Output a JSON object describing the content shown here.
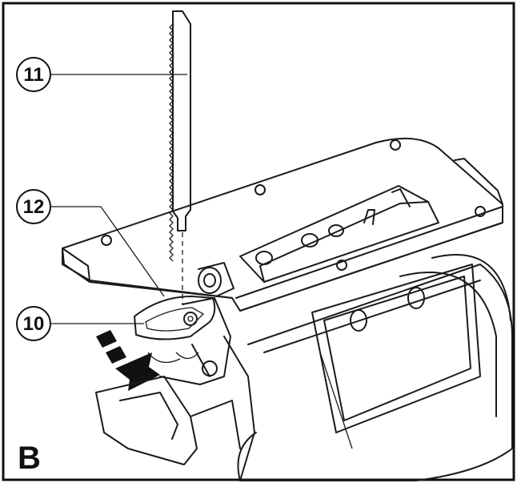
{
  "figure": {
    "panel_label": "B",
    "callouts": [
      {
        "id": "blade",
        "number": "11"
      },
      {
        "id": "lever-pin",
        "number": "12"
      },
      {
        "id": "clamp-lever",
        "number": "10"
      }
    ],
    "colors": {
      "ink": "#1a1a1a",
      "frame": "#111111",
      "background": "#ffffff",
      "part_shade": "#8a8a8a"
    }
  }
}
